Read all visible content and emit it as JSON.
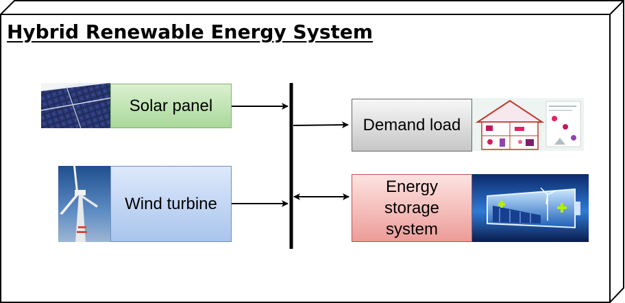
{
  "title": "Hybrid Renewable Energy System",
  "sources": {
    "solar": {
      "label": "Solar panel",
      "image_icon": "solar-panel-photo",
      "fill": "#d5e8d4",
      "stroke": "#82b366"
    },
    "wind": {
      "label": "Wind turbine",
      "image_icon": "wind-turbine-photo",
      "fill": "#dae8fc",
      "stroke": "#6c8ebf"
    }
  },
  "outputs": {
    "load": {
      "label": "Demand load",
      "image_icon": "house-appliances-illustration",
      "fill": "#f5f5f5",
      "stroke": "#666666"
    },
    "storage": {
      "label_lines": [
        "Energy",
        "storage",
        "system"
      ],
      "image_icon": "battery-renewables-illustration",
      "fill": "#f8cecc",
      "stroke": "#b85450"
    }
  },
  "colors": {
    "bus": "#000000",
    "arrow": "#000000"
  }
}
